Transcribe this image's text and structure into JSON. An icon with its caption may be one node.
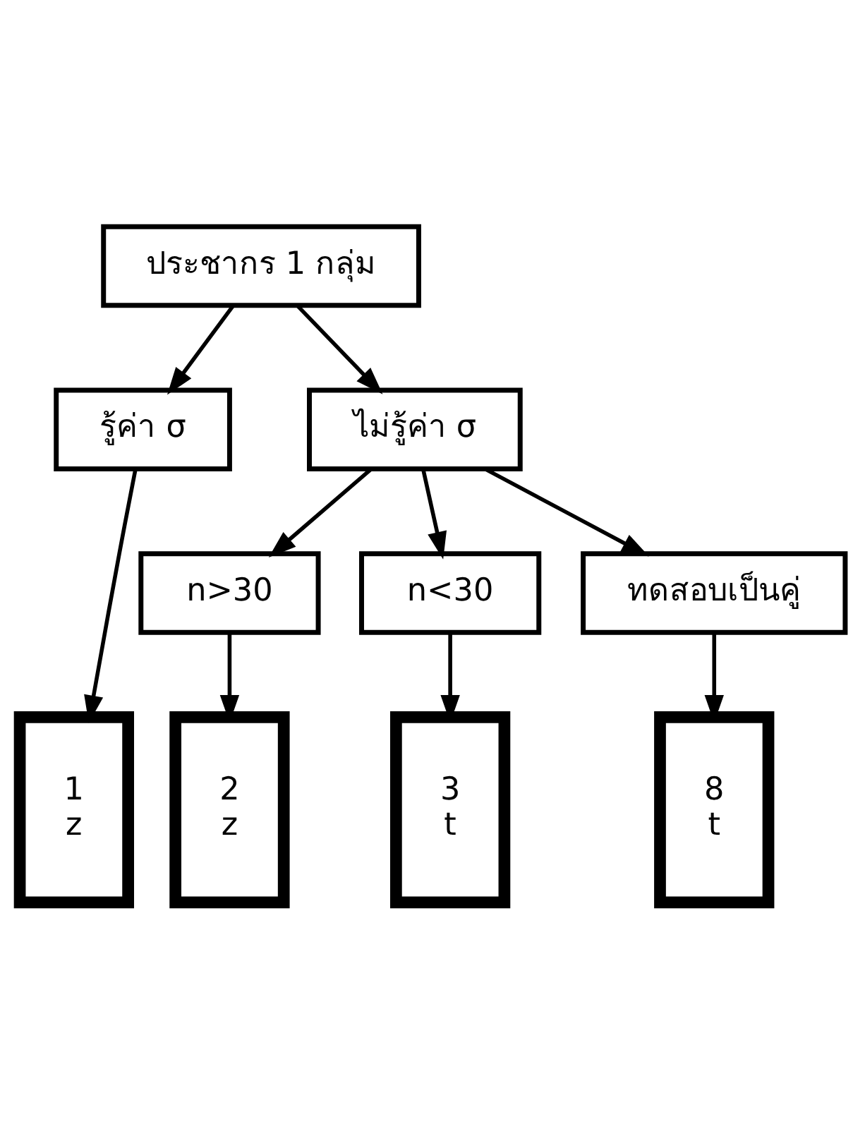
{
  "diagram": {
    "nodes": [
      {
        "text": [
          "ประชากร 1 กลุ่ม"
        ]
      },
      {
        "text": [
          "รู้ค่า σ"
        ]
      },
      {
        "text": [
          "ไม่รู้ค่า σ"
        ]
      },
      {
        "text": [
          "n>30"
        ]
      },
      {
        "text": [
          "n<30"
        ]
      },
      {
        "text": [
          "ทดสอบเป็นคู่"
        ]
      },
      {
        "text": [
          "1",
          "z"
        ]
      },
      {
        "text": [
          "2",
          "z"
        ]
      },
      {
        "text": [
          "3",
          "t"
        ]
      },
      {
        "text": [
          "8",
          "t"
        ]
      }
    ],
    "edges": [
      {
        "from": 0,
        "to": 1,
        "arrow": "to"
      },
      {
        "from": 0,
        "to": 2,
        "arrow": "to"
      },
      {
        "from": 1,
        "to": 6,
        "arrow": "to"
      },
      {
        "from": 2,
        "to": 3,
        "arrow": "to"
      },
      {
        "from": 2,
        "to": 4,
        "arrow": "to"
      },
      {
        "from": 2,
        "to": 5,
        "arrow": "to"
      },
      {
        "from": 3,
        "to": 7,
        "arrow": "to"
      },
      {
        "from": 4,
        "to": 8,
        "arrow": "to"
      },
      {
        "from": 5,
        "to": 9,
        "arrow": "to"
      }
    ]
  }
}
